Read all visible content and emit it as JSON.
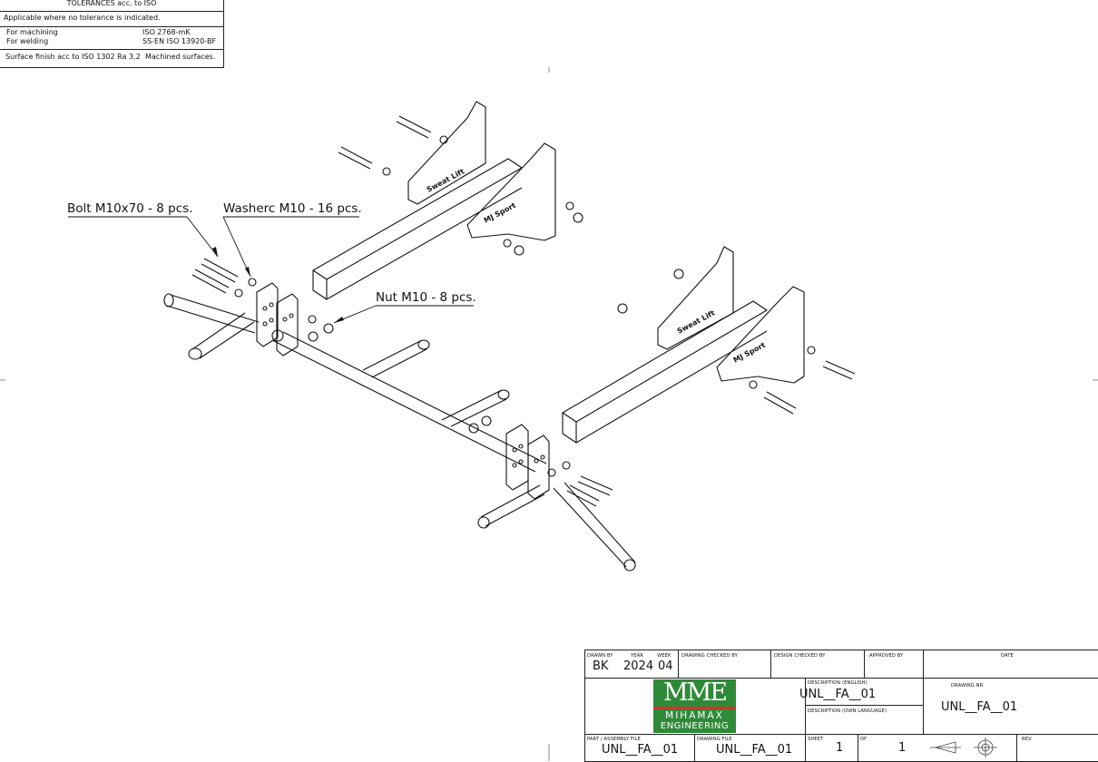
{
  "tolerances": {
    "title": "TOLERANCES  acc.  to  ISO",
    "applicable": "Applicable where no tolerance is indicated.",
    "machining_label": "For machining",
    "machining_value": "ISO 2768-mK",
    "welding_label": "For welding",
    "welding_value": "SS-EN ISO 13920-BF",
    "finish_label": "Surface finish acc to ISO 1302 Ra 3,2",
    "finish_value": "Machined surfaces."
  },
  "callouts": {
    "bolt": "Bolt M10x70 - 8 pcs.",
    "washer": "Washerc M10 - 16 pcs.",
    "nut": "Nut M10 - 8 pcs."
  },
  "parts": {
    "plate_text_1": "Sweat Lift",
    "plate_text_2": "MJ Sport"
  },
  "title_block": {
    "drawn_by_label": "DRAWN BY",
    "drawn_by": "BK",
    "year_label": "YEAR",
    "year": "2024",
    "week_label": "WEEK",
    "week": "04",
    "drawing_checked_label": "DRAWING CHECKED BY",
    "design_checked_label": "DESIGN CHECKED BY",
    "approved_label": "APPROVED BY",
    "date_label": "DATE",
    "desc_en_label": "DESCRIPTION (ENGLISH)",
    "desc_en": "UNL__FA__01",
    "desc_own_label": "DESCRIPTION (OWN LANGUAGE)",
    "drawing_nr_label": "DRAWING NR",
    "drawing_nr": "UNL__FA__01",
    "part_file_label": "PART / ASSEMBLY FILE",
    "part_file": "UNL__FA__01",
    "drawing_file_label": "DRAWING FILE",
    "drawing_file": "UNL__FA__01",
    "sheet_label": "SHEET",
    "sheet": "1",
    "of_label": "OF",
    "of": "1",
    "rev_label": "REV",
    "logo_mark": "MME",
    "logo_line1": "MIHAMAX",
    "logo_line2": "ENGINEERING"
  },
  "colors": {
    "logo_green": "#2f8a38",
    "logo_red": "#d1342b",
    "line": "#222222"
  }
}
